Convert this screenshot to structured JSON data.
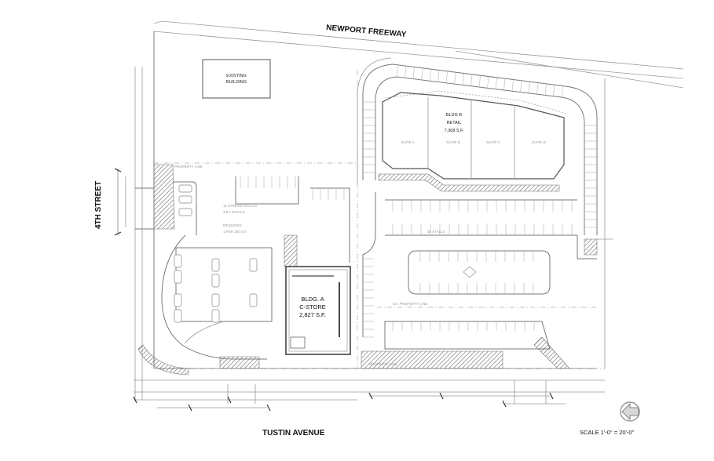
{
  "streets": {
    "north": "NEWPORT   FREEWAY",
    "south": "TUSTIN AVENUE",
    "west": "4TH STREET"
  },
  "existing_building": [
    "EXISTING",
    "BUILDING"
  ],
  "building_b": {
    "lines": [
      "BLDG B",
      "RETAIL",
      "7,368 S.F."
    ],
    "suites": [
      "SUITE A",
      "SUITE B",
      "SUITE C",
      "SUITE D"
    ]
  },
  "building_a": {
    "lines": [
      "BLDG. A",
      "C-STORE",
      "2,827 S.F."
    ]
  },
  "annotations": {
    "property_line": "PROPERTY LINE",
    "stalls_main": "48 STALLS",
    "ex_property_line": "EX. PROPERTY LINE"
  },
  "scale": "SCALE 1'-0\" = 20'-0\""
}
